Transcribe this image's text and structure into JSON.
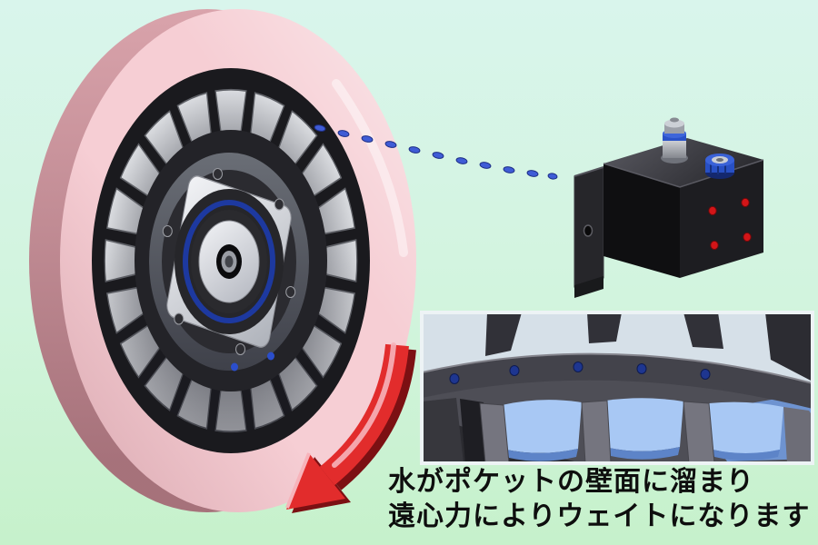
{
  "caption": {
    "line1": "水がポケットの壁面に溜まり",
    "line2": "遠心力によりウェイトになります"
  },
  "colors": {
    "background_top": "#d9f5ec",
    "background_bottom": "#c6f1cb",
    "wheel_pink": "#f6ced4",
    "wheel_pink_shadow": "#d9a3ab",
    "balancer_pocket_gray": "#c9cbd0",
    "arrow_red": "#e22c2c",
    "arrow_red_dark": "#7c1013",
    "arrow_highlight": "#f7b3ba",
    "water_light_blue": "#a8c8f4",
    "water_deep_blue": "#5d84c8",
    "droplet_blue": "#3f5cd6",
    "device_black": "#0f0f11",
    "indicator_red": "#d31518",
    "fitting_blue": "#2850c4",
    "inset_border": "#edf3f5",
    "caption_text": "#0e0e0e"
  },
  "shapes": {
    "rotation_arrow": "curved-red-arrow",
    "spray_trail": "dotted-droplet-trail",
    "inset": "pocket-water-detail-view"
  }
}
